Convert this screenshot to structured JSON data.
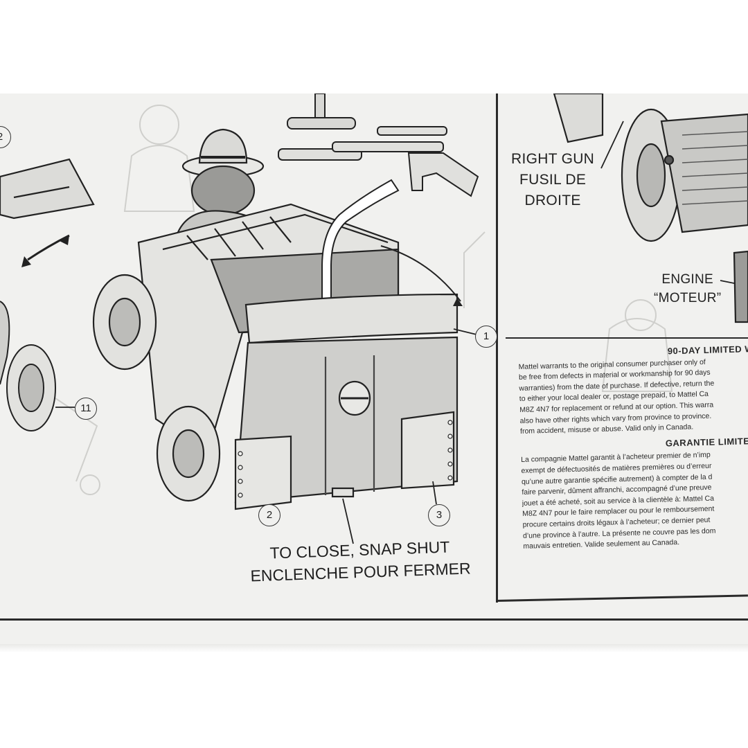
{
  "callouts": {
    "right_gun": [
      "RIGHT GUN",
      "FUSIL DE",
      "DROITE"
    ],
    "engine": [
      "ENGINE",
      "“MOTEUR”"
    ],
    "close": [
      "TO CLOSE, SNAP SHUT",
      "ENCLENCHE POUR FERMER"
    ]
  },
  "part_numbers": [
    "1",
    "2",
    "3",
    "11",
    "2"
  ],
  "warranty": {
    "en_title": "90-DAY LIMITED W",
    "en_lines": [
      "Mattel warrants to the original consumer purchaser only of",
      "be free from defects in material or workmanship for 90 days",
      "warranties) from the date of purchase. If defective, return the",
      "to either your local dealer or, postage prepaid, to Mattel Ca",
      "M8Z 4N7 for replacement or refund at our option. This warra",
      "also have other rights which vary from province to province.",
      "from accident, misuse or abuse. Valid only in Canada."
    ],
    "fr_title": "GARANTIE LIMITEE",
    "fr_lines": [
      "La compagnie Mattel garantit à l’acheteur premier de n’imp",
      "exempt de défectuosités de matières premières ou d’erreur",
      "qu’une autre garantie spécifie autrement) à compter de la d",
      "faire parvenir, dûment affranchi, accompagné d’une preuve",
      "jouet a été acheté, soit au service à la clientèle à: Mattel Ca",
      "M8Z 4N7 pour le faire remplacer ou pour le remboursement",
      "procure certains droits légaux à l’acheteur; ce dernier peut",
      "d’une province à l’autre. La présente ne couvre pas les dom",
      "mauvais entretien. Valide seulement au Canada."
    ]
  }
}
